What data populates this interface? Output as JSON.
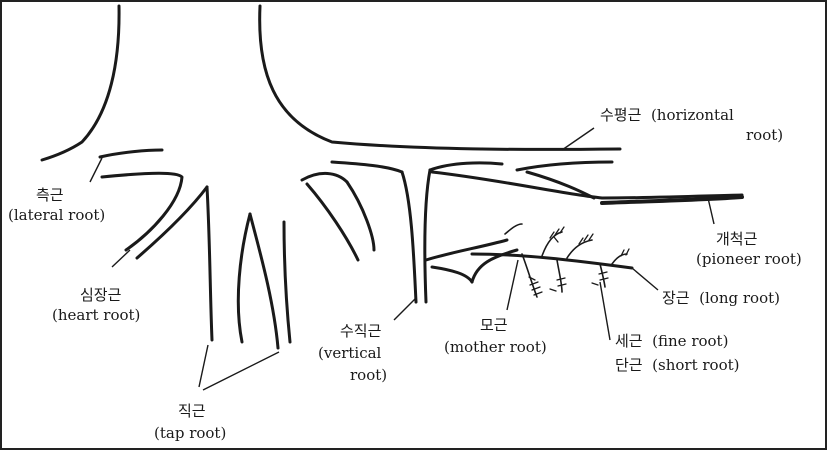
{
  "labels": {
    "horizontal": {
      "ko": "수평근",
      "en1": "(horizontal",
      "en2": "root)"
    },
    "lateral": {
      "ko": "측근",
      "en": "(lateral root)"
    },
    "pioneer": {
      "ko": "개척근",
      "en": "(pioneer root)"
    },
    "heart": {
      "ko": "심장근",
      "en": "(heart root)"
    },
    "long": {
      "ko": "장근",
      "en": "(long root)"
    },
    "vertical": {
      "ko": "수직근",
      "en1": "(vertical",
      "en2": "root)"
    },
    "mother": {
      "ko": "모근",
      "en": "(mother root)"
    },
    "fine": {
      "ko": "세근",
      "en": "(fine root)"
    },
    "short": {
      "ko": "단근",
      "en": "(short root)"
    },
    "tap": {
      "ko": "직근",
      "en": "(tap root)"
    }
  }
}
